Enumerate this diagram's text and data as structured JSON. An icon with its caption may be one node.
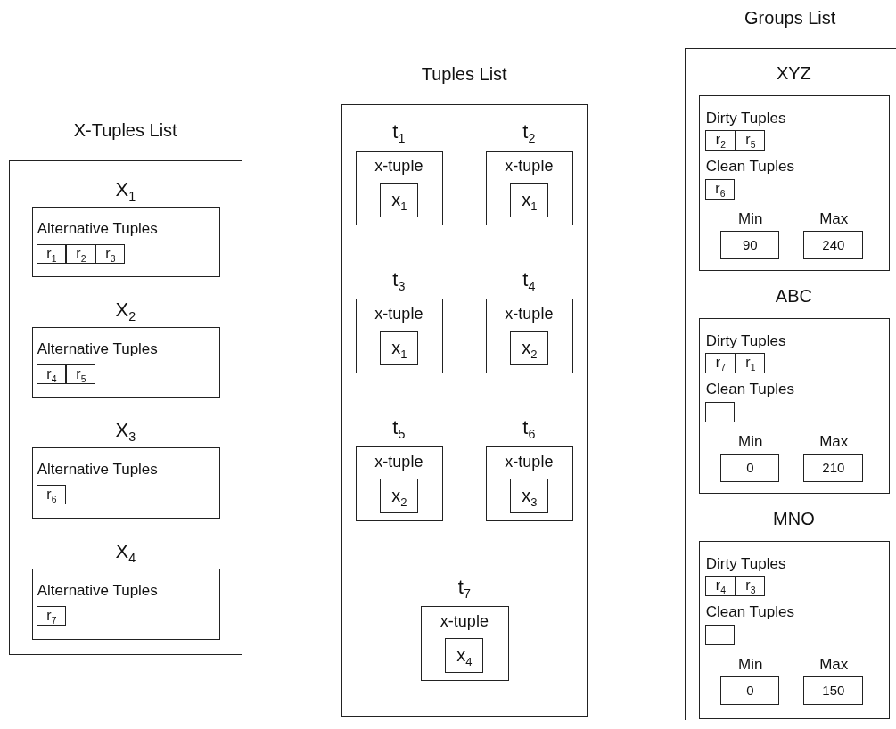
{
  "diagram": {
    "nodes": [
      {
        "text": [
          "X-Tuples List"
        ]
      },
      {
        "text": [
          "X$_{1}$",
          "Alternative Tuples"
        ],
        "in": 0
      },
      {
        "text": [
          "r$_{1}$"
        ],
        "in": 1
      },
      {
        "text": [
          "r$_{2}$"
        ],
        "in": 1
      },
      {
        "text": [
          "r$_{3}$"
        ],
        "in": 1
      },
      {
        "text": [
          "X$_{2}$",
          "Alternative Tuples"
        ],
        "in": 0
      },
      {
        "text": [
          "r$_{4}$"
        ],
        "in": 5
      },
      {
        "text": [
          "r$_{5}$"
        ],
        "in": 5
      },
      {
        "text": [
          "X$_{3}$",
          "Alternative Tuples"
        ],
        "in": 0
      },
      {
        "text": [
          "r$_{6}$"
        ],
        "in": 8
      },
      {
        "text": [
          "X$_{4}$",
          "Alternative Tuples"
        ],
        "in": 0
      },
      {
        "text": [
          "r$_{7}$"
        ],
        "in": 10
      },
      {
        "text": [
          "Tuples List"
        ]
      },
      {
        "text": [
          "t$_{1}$",
          "x-tuple"
        ],
        "in": 12
      },
      {
        "text": [
          "x$_{1}$"
        ],
        "in": 13
      },
      {
        "text": [
          "t$_{2}$",
          "x-tuple"
        ],
        "in": 12
      },
      {
        "text": [
          "x$_{1}$"
        ],
        "in": 15
      },
      {
        "text": [
          "t$_{3}$",
          "x-tuple"
        ],
        "in": 12
      },
      {
        "text": [
          "x$_{1}$"
        ],
        "in": 17
      },
      {
        "text": [
          "t$_{4}$",
          "x-tuple"
        ],
        "in": 12
      },
      {
        "text": [
          "x$_{2}$"
        ],
        "in": 19
      },
      {
        "text": [
          "t$_{5}$",
          "x-tuple"
        ],
        "in": 12
      },
      {
        "text": [
          "x$_{2}$"
        ],
        "in": 21
      },
      {
        "text": [
          "t$_{6}$",
          "x-tuple"
        ],
        "in": 12
      },
      {
        "text": [
          "x$_{3}$"
        ],
        "in": 23
      },
      {
        "text": [
          "t$_{7}$",
          "x-tuple"
        ],
        "in": 12
      },
      {
        "text": [
          "x$_{4}$"
        ],
        "in": 25
      },
      {
        "text": [
          "Groups List"
        ]
      },
      {
        "text": [
          "XYZ",
          "Dirty Tuples",
          "Clean Tuples",
          "Min",
          "Max"
        ],
        "in": 27
      },
      {
        "text": [
          "r$_{2}$"
        ],
        "in": 28
      },
      {
        "text": [
          "r$_{5}$"
        ],
        "in": 28
      },
      {
        "text": [
          "r$_{6}$"
        ],
        "in": 28
      },
      {
        "text": [
          "90"
        ],
        "in": 28
      },
      {
        "text": [
          "240"
        ],
        "in": 28
      },
      {
        "text": [
          "ABC",
          "Dirty Tuples",
          "Clean Tuples",
          "Min",
          "Max"
        ],
        "in": 27
      },
      {
        "text": [
          "r$_{7}$"
        ],
        "in": 34
      },
      {
        "text": [
          "r$_{1}$"
        ],
        "in": 34
      },
      {
        "text": [],
        "shape": "box",
        "in": 34
      },
      {
        "text": [
          "0"
        ],
        "in": 34
      },
      {
        "text": [
          "210"
        ],
        "in": 34
      },
      {
        "text": [
          "MNO",
          "Dirty Tuples",
          "Clean Tuples",
          "Min",
          "Max"
        ],
        "in": 27
      },
      {
        "text": [
          "r$_{4}$"
        ],
        "in": 40
      },
      {
        "text": [
          "r$_{3}$"
        ],
        "in": 40
      },
      {
        "text": [],
        "shape": "box",
        "in": 40
      },
      {
        "text": [
          "0"
        ],
        "in": 40
      },
      {
        "text": [
          "150"
        ],
        "in": 40
      }
    ]
  }
}
